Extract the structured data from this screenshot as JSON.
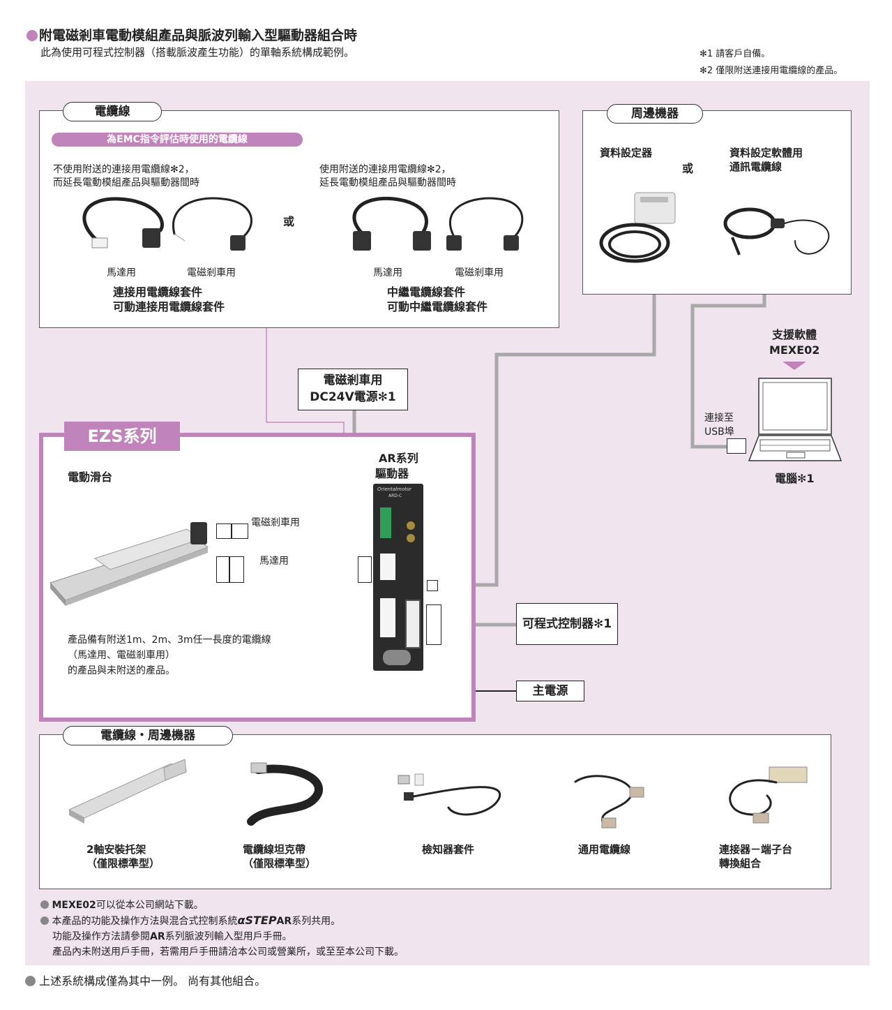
{
  "header": {
    "title": "附電磁剎車電動模組產品與脈波列輸入型驅動器組合時",
    "subtitle": "此為使用可程式控制器（搭載脈波產生功能）的單軸系統構成範例。",
    "note1": "✻1 請客戶自備。",
    "note2": "✻2 僅限附送連接用電纜線的產品。"
  },
  "cables_panel": {
    "title": "電纜線",
    "emc_label": "為EMC指令評估時使用的電纜線",
    "left_desc_1": "不使用附送的連接用電纜線✻2，",
    "left_desc_2": "而延長電動模組產品與驅動器間時",
    "right_desc_1": "使用附送的連接用電纜線✻2，",
    "right_desc_2": "延長電動模組產品與驅動器間時",
    "or": "或",
    "motor_use": "馬達用",
    "brake_use": "電磁剎車用",
    "left_kit_1": "連接用電纜線套件",
    "left_kit_2": "可動連接用電纜線套件",
    "right_kit_1": "中繼電纜線套件",
    "right_kit_2": "可動中繼電纜線套件"
  },
  "peripherals_panel": {
    "title": "周邊機器",
    "item1": "資料設定器",
    "or": "或",
    "item2_line1": "資料設定軟體用",
    "item2_line2": "通訊電纜線"
  },
  "software": {
    "label": "支援軟體",
    "name": "MEXE02",
    "usb_line1": "連接至",
    "usb_line2": "USB埠",
    "pc": "電腦✻1"
  },
  "power_box": {
    "line1": "電磁剎車用",
    "line2": "DC24V電源✻1"
  },
  "ezs": {
    "tab": "EZS系列",
    "slider": "電動滑台",
    "driver_line1": "AR系列",
    "driver_line2": "驅動器",
    "brake_cable": "電磁剎車用",
    "motor_cable": "馬達用",
    "desc1": "產品備有附送1m、2m、3m任一長度的電纜線",
    "desc2": "（馬達用、電磁剎車用）",
    "desc3": "的產品與未附送的產品。",
    "driver_brand": "Orientalmotor",
    "driver_model": "ARD-C"
  },
  "plc": "可程式控制器✻1",
  "main_power": "主電源",
  "accessories": {
    "title": "電纜線・周邊機器",
    "items": [
      {
        "line1": "2軸安裝托架",
        "line2": "（僅限標準型）"
      },
      {
        "line1": "電纜線坦克帶",
        "line2": "（僅限標準型）"
      },
      {
        "line1": "檢知器套件",
        "line2": ""
      },
      {
        "line1": "通用電纜線",
        "line2": ""
      },
      {
        "line1": "連接器－端子台",
        "line2": "轉換組合"
      }
    ]
  },
  "footnotes": {
    "f1_bold": "MEXE02",
    "f1_rest": "可以從本公司網站下載。",
    "f2_a": "本產品的功能及操作方法與混合式控制系統",
    "f2_logo": "αSTEP",
    "f2_b": "AR",
    "f2_c": "系列共用。",
    "f3_a": "功能及操作方法請參閱",
    "f3_b": "AR",
    "f3_c": "系列脈波列輸入型用戶手冊。",
    "f4": "產品內未附送用戶手冊，若需用戶手冊請洽本公司或營業所，或至至本公司下載。"
  },
  "bottom_note": "上述系統構成僅為其中一例。 尚有其他組合。",
  "colors": {
    "accent": "#c084bb",
    "panel_bg": "#f0e4ef",
    "connector_green": "#2e9e5a"
  }
}
